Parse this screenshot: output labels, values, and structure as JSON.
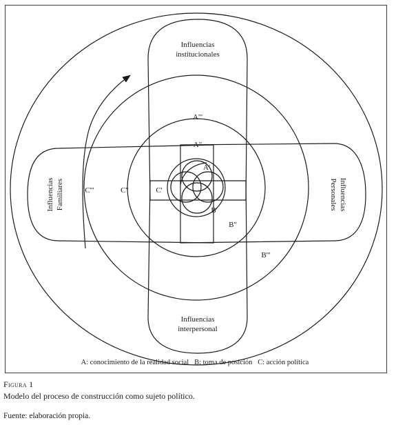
{
  "diagram": {
    "labels": {
      "top": [
        "Influencias",
        "institucionales"
      ],
      "bottom": [
        "Influencias",
        "interpersonal"
      ],
      "left": [
        "Influencias",
        "Familiares"
      ],
      "right": [
        "Influencias",
        "Personales"
      ]
    },
    "regions": {
      "a1": "A'",
      "a2": "A\"",
      "a3": "A'''",
      "b1": "B'",
      "b2": "B\"",
      "b3": "B'''",
      "c1": "C'",
      "c2": "C\"",
      "c3": "C'''"
    },
    "legend": "A: conocimiento de la realidad social   B: toma de posición   C: acción política"
  },
  "caption": {
    "label": "Figura 1",
    "text": "Modelo del proceso de construcción como sujeto político.",
    "source": "Fuente: elaboración propia."
  }
}
